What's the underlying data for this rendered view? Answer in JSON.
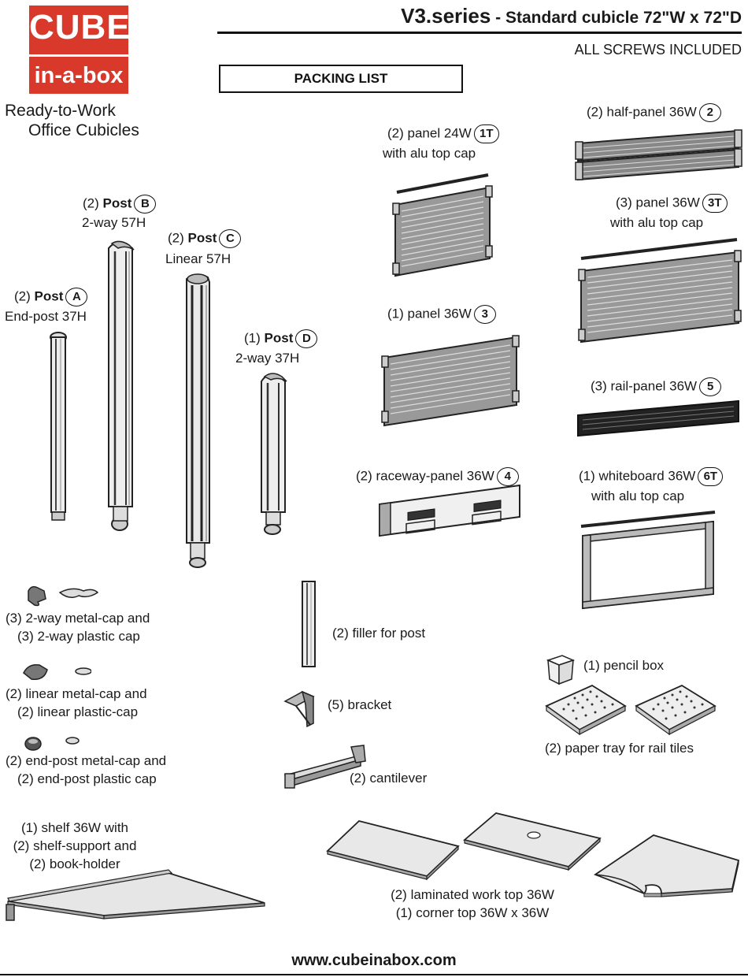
{
  "brand": {
    "logo_line1": "CUBE",
    "logo_line2": "in-a-box",
    "tagline_line1": "Ready-to-Work",
    "tagline_line2": "Office Cubicles",
    "color": "#d8392b"
  },
  "header": {
    "series": "V3.series",
    "title_rest": " - Standard cubicle 72\"W x 72\"D",
    "screws": "ALL SCREWS INCLUDED",
    "packing_list": "PACKING LIST"
  },
  "posts": {
    "b": {
      "qty": "(2)",
      "name": "Post",
      "id": "B",
      "desc": "2-way 57H"
    },
    "c": {
      "qty": "(2)",
      "name": "Post",
      "id": "C",
      "desc": "Linear 57H"
    },
    "a": {
      "qty": "(2)",
      "name": "Post",
      "id": "A",
      "desc": "End-post 37H"
    },
    "d": {
      "qty": "(1)",
      "name": "Post",
      "id": "D",
      "desc": "2-way 37H"
    }
  },
  "panels": {
    "p1t": {
      "label": "(2) panel 24W",
      "id": "1T",
      "desc": "with alu top cap"
    },
    "p2": {
      "label": "(2) half-panel 36W",
      "id": "2"
    },
    "p3t": {
      "label": "(3) panel 36W",
      "id": "3T",
      "desc": "with alu top cap"
    },
    "p3": {
      "label": "(1) panel 36W",
      "id": "3"
    },
    "p5": {
      "label": "(3) rail-panel 36W",
      "id": "5"
    },
    "p4": {
      "label": "(2) raceway-panel 36W",
      "id": "4"
    },
    "p6t": {
      "label": "(1) whiteboard 36W",
      "id": "6T",
      "desc": "with alu top cap"
    }
  },
  "caps": {
    "two_way_1": "(3) 2-way metal-cap and",
    "two_way_2": "(3) 2-way plastic cap",
    "linear_1": "(2) linear metal-cap and",
    "linear_2": "(2) linear plastic-cap",
    "end_1": "(2) end-post metal-cap and",
    "end_2": "(2) end-post plastic cap"
  },
  "hardware": {
    "filler": "(2) filler for post",
    "bracket": "(5) bracket",
    "cantilever": "(2) cantilever"
  },
  "accessories": {
    "pencil_box": "(1) pencil box",
    "paper_tray": "(2) paper tray for rail tiles"
  },
  "shelf": {
    "line1": "(1) shelf 36W with",
    "line2": "(2) shelf-support and",
    "line3": "(2) book-holder"
  },
  "worktops": {
    "line1": "(2) laminated work top 36W",
    "line2": "(1) corner top 36W x 36W"
  },
  "footer": {
    "url": "www.cubeinabox.com"
  }
}
